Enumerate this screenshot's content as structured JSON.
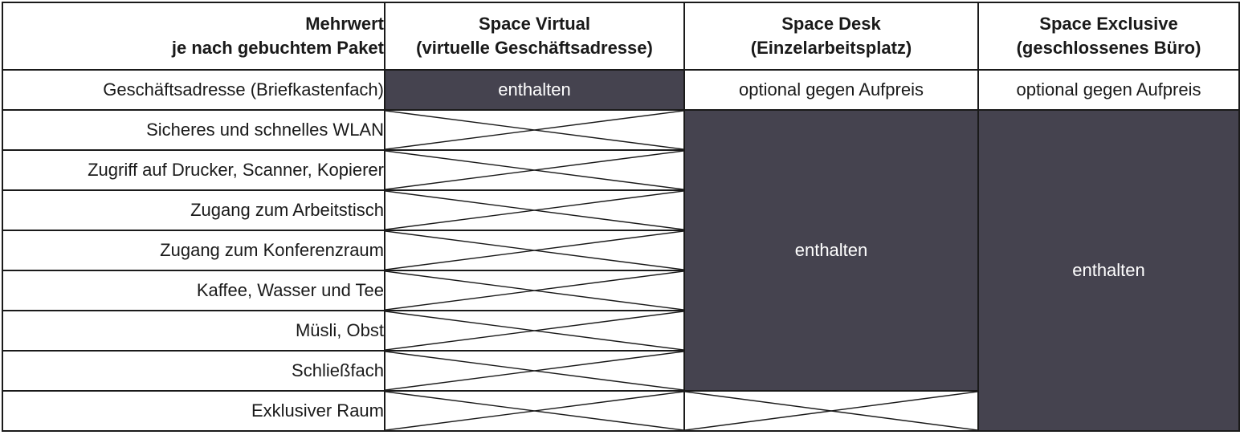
{
  "header": {
    "feature_line1": "Mehrwert",
    "feature_line2": "je nach gebuchtem Paket",
    "packages": [
      {
        "name": "Space Virtual",
        "desc": "(virtuelle Geschäftsadresse)"
      },
      {
        "name": "Space Desk",
        "desc": "(Einzelarbeitsplatz)"
      },
      {
        "name": "Space Exclusive",
        "desc": "(geschlossenes Büro)"
      }
    ]
  },
  "rows": [
    {
      "label": "Geschäftsadresse (Briefkastenfach)",
      "virtual": "enthalten",
      "desk": "optional gegen Aufpreis",
      "exclusive": "optional gegen Aufpreis"
    },
    {
      "label": "Sicheres und schnelles WLAN",
      "virtual": "not included"
    },
    {
      "label": "Zugriff auf Drucker, Scanner, Kopierer",
      "virtual": "not included"
    },
    {
      "label": "Zugang zum Arbeitstisch",
      "virtual": "not included"
    },
    {
      "label": "Zugang zum Konferenzraum",
      "virtual": "not included"
    },
    {
      "label": "Kaffee, Wasser und Tee",
      "virtual": "not included"
    },
    {
      "label": "Müsli, Obst",
      "virtual": "not included"
    },
    {
      "label": "Schließfach",
      "virtual": "not included"
    },
    {
      "label": "Exklusiver Raum",
      "virtual": "not included",
      "desk": "not included"
    }
  ],
  "merged": {
    "desk_included": "enthalten",
    "exclusive_included": "enthalten"
  },
  "colors": {
    "included_bg": "#45434f",
    "included_text": "#ffffff",
    "border": "#1a1a1a"
  }
}
